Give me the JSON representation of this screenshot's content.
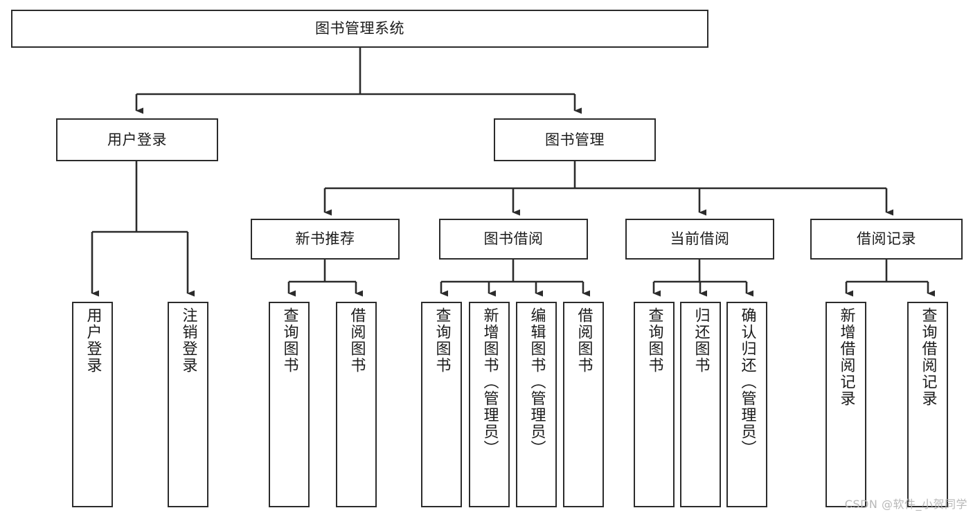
{
  "diagram": {
    "type": "tree-hierarchy",
    "title": "图书管理系统",
    "watermark": "CSDN @软件_小贺同学",
    "colors": {
      "background": "#ffffff",
      "box_border": "#2b2b2b",
      "box_fill": "#ffffff",
      "text": "#1b1b1b",
      "edge": "#2b2b2b",
      "watermark": "#b8b8b8"
    },
    "levels": {
      "root": {
        "label": "图书管理系统"
      },
      "level2": [
        {
          "label": "用户登录"
        },
        {
          "label": "图书管理"
        }
      ],
      "level3": [
        {
          "label": "新书推荐"
        },
        {
          "label": "图书借阅"
        },
        {
          "label": "当前借阅"
        },
        {
          "label": "借阅记录"
        }
      ],
      "leaves": {
        "user_login": [
          {
            "label": "用户登录"
          },
          {
            "label": "注销登录"
          }
        ],
        "new_book_recommend": [
          {
            "label": "查询图书"
          },
          {
            "label": "借阅图书"
          }
        ],
        "book_borrow": [
          {
            "label": "查询图书"
          },
          {
            "label": "新增图书（管理员）"
          },
          {
            "label": "编辑图书（管理员）"
          },
          {
            "label": "借阅图书"
          }
        ],
        "current_borrow": [
          {
            "label": "查询图书"
          },
          {
            "label": "归还图书"
          },
          {
            "label": "确认归还（管理员）"
          }
        ],
        "borrow_record": [
          {
            "label": "新增借阅记录"
          },
          {
            "label": "查询借阅记录"
          }
        ]
      }
    }
  }
}
